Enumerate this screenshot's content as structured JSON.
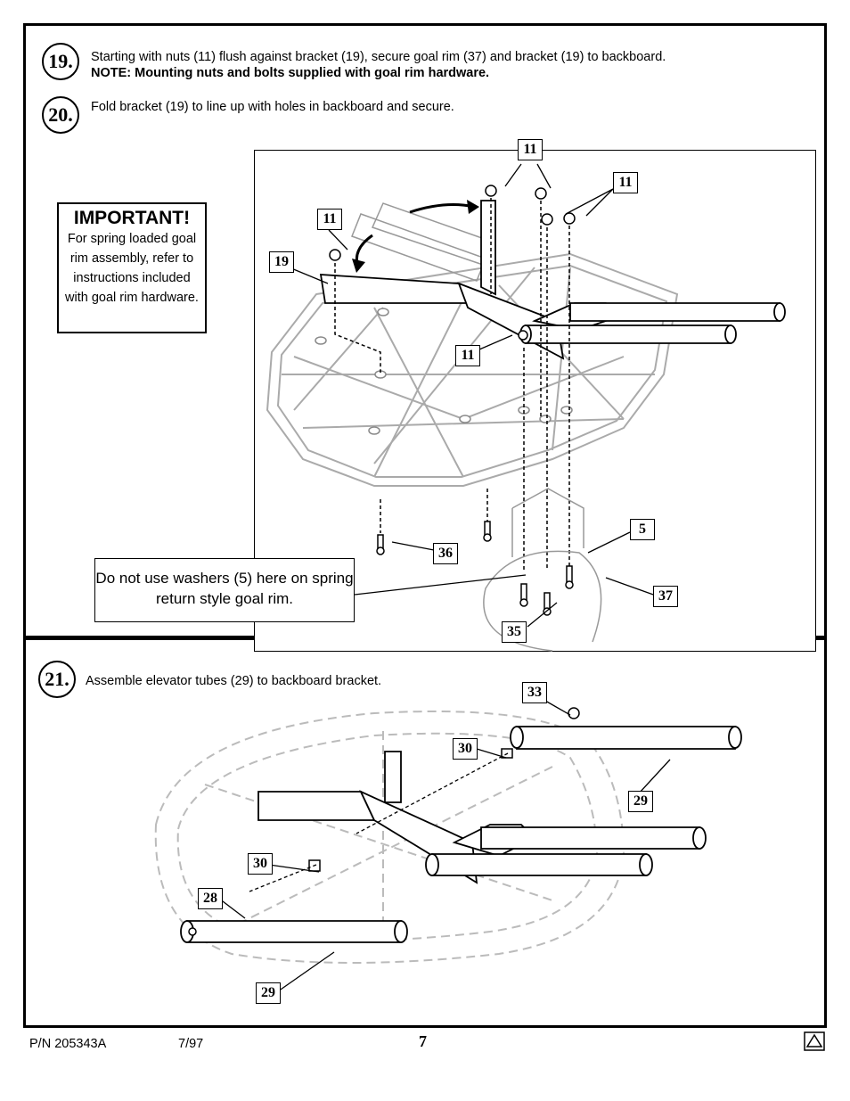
{
  "steps": [
    {
      "number": "19.",
      "text": "Starting with nuts (11) flush against bracket (19), secure goal rim (37) and bracket (19) to backboard.",
      "note": "NOTE: Mounting nuts and bolts supplied with goal rim hardware."
    },
    {
      "number": "20.",
      "text": "Fold bracket (19) to line up with holes in backboard and secure."
    },
    {
      "number": "21.",
      "text": "Assemble elevator tubes (29) to backboard bracket."
    }
  ],
  "important": {
    "title": "IMPORTANT!",
    "body": "For spring loaded goal rim assembly, refer to instructions included with goal rim hardware."
  },
  "washer_note": "Do not use washers (5) here on spring return style goal rim.",
  "part_labels_top": [
    "11",
    "11",
    "11",
    "19",
    "11",
    "5",
    "36",
    "37",
    "35"
  ],
  "part_labels_bottom": [
    "33",
    "30",
    "29",
    "30",
    "28",
    "29"
  ],
  "footer": {
    "part_number": "P/N 205343A",
    "date": "7/97",
    "page": "7"
  }
}
